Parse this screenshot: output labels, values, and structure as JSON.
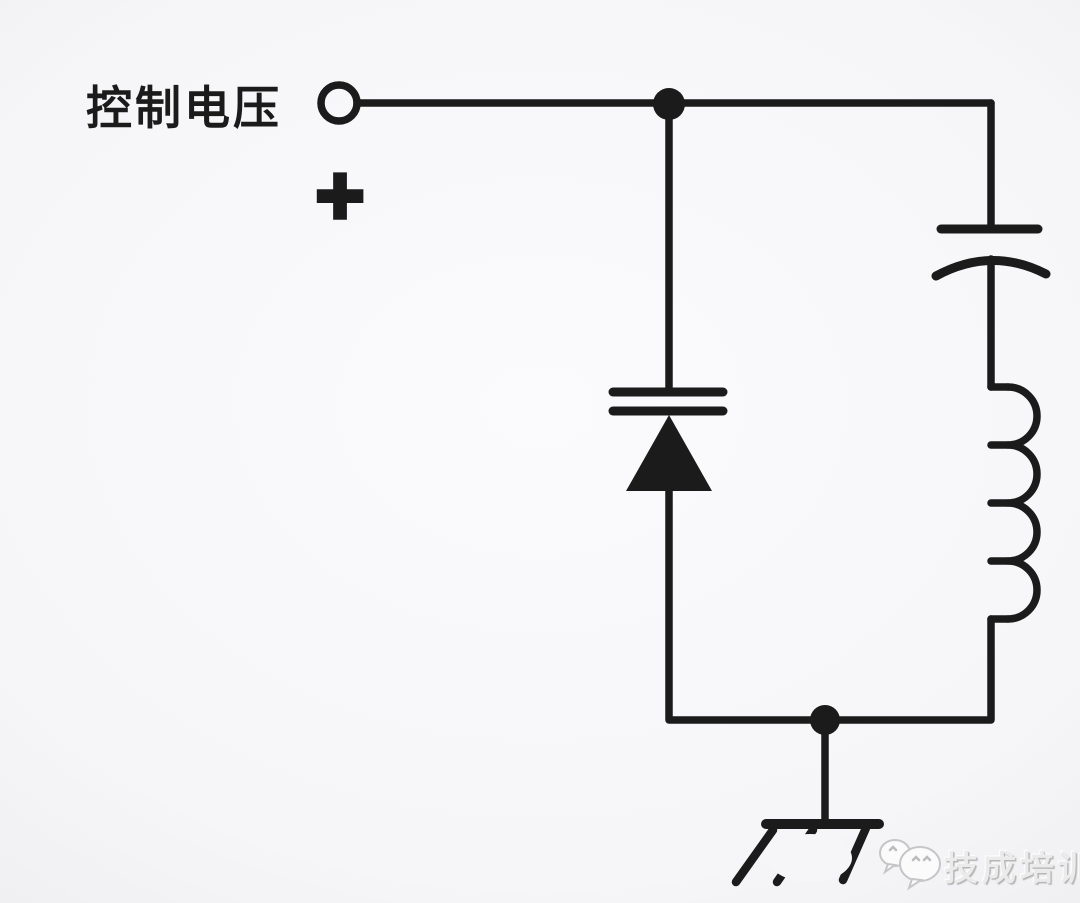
{
  "colors": {
    "line": "#1b1b1b",
    "background": "#f5f5f7",
    "watermark_text": "#ebebeb",
    "watermark_shadow": "#b5b5b5"
  },
  "labels": {
    "control_voltage": "控制电压",
    "polarity": "+"
  },
  "watermark": {
    "text": "技成培训",
    "logo_icon": "wechat-bubbles-icon"
  },
  "components": {
    "terminal": "control-voltage-input-terminal",
    "varactor": "varactor-diode",
    "capacitor": "capacitor-curved-plate",
    "inductor": "inductor-coil-4-turns",
    "ground": "chassis-ground"
  }
}
